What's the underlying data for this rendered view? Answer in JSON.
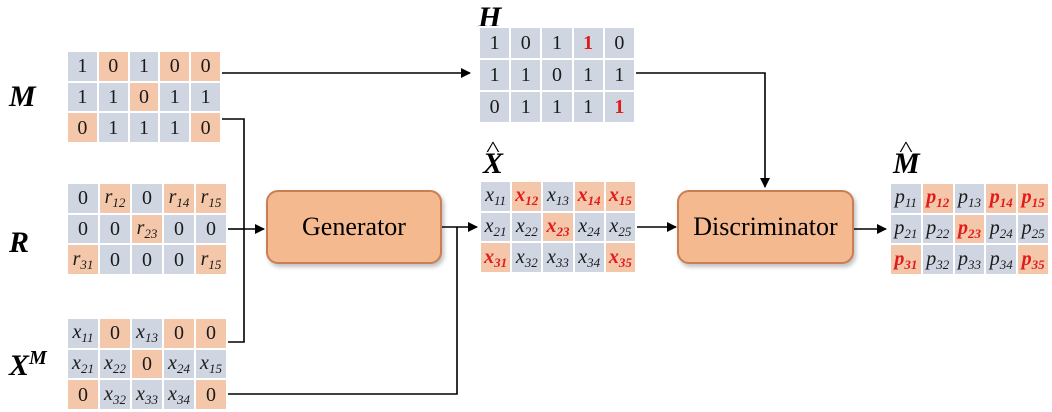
{
  "labels": {
    "M": "M",
    "R": "R",
    "XM_base": "X",
    "XM_sup": "M",
    "H": "H",
    "Xhat_base": "X",
    "Mhat_base": "M",
    "hat_glyph": "^"
  },
  "blocks": {
    "generator": "Generator",
    "discriminator": "Discriminator"
  },
  "matrices": {
    "M": [
      [
        {
          "t": "1",
          "c": "g"
        },
        {
          "t": "0",
          "c": "o"
        },
        {
          "t": "1",
          "c": "g"
        },
        {
          "t": "0",
          "c": "o"
        },
        {
          "t": "0",
          "c": "o"
        }
      ],
      [
        {
          "t": "1",
          "c": "g"
        },
        {
          "t": "1",
          "c": "g"
        },
        {
          "t": "0",
          "c": "o"
        },
        {
          "t": "1",
          "c": "g"
        },
        {
          "t": "1",
          "c": "g"
        }
      ],
      [
        {
          "t": "0",
          "c": "o"
        },
        {
          "t": "1",
          "c": "g"
        },
        {
          "t": "1",
          "c": "g"
        },
        {
          "t": "1",
          "c": "g"
        },
        {
          "t": "0",
          "c": "o"
        }
      ]
    ],
    "R": [
      [
        {
          "t": "0",
          "c": "g"
        },
        {
          "b": "r",
          "s": "12",
          "c": "o"
        },
        {
          "t": "0",
          "c": "g"
        },
        {
          "b": "r",
          "s": "14",
          "c": "o"
        },
        {
          "b": "r",
          "s": "15",
          "c": "o"
        }
      ],
      [
        {
          "t": "0",
          "c": "g"
        },
        {
          "t": "0",
          "c": "g"
        },
        {
          "b": "r",
          "s": "23",
          "c": "o"
        },
        {
          "t": "0",
          "c": "g"
        },
        {
          "t": "0",
          "c": "g"
        }
      ],
      [
        {
          "b": "r",
          "s": "31",
          "c": "o"
        },
        {
          "t": "0",
          "c": "g"
        },
        {
          "t": "0",
          "c": "g"
        },
        {
          "t": "0",
          "c": "g"
        },
        {
          "b": "r",
          "s": "15",
          "c": "o"
        }
      ]
    ],
    "XM": [
      [
        {
          "b": "x",
          "s": "11",
          "c": "g"
        },
        {
          "t": "0",
          "c": "o"
        },
        {
          "b": "x",
          "s": "13",
          "c": "g"
        },
        {
          "t": "0",
          "c": "o"
        },
        {
          "t": "0",
          "c": "o"
        }
      ],
      [
        {
          "b": "x",
          "s": "21",
          "c": "g"
        },
        {
          "b": "x",
          "s": "22",
          "c": "g"
        },
        {
          "t": "0",
          "c": "o"
        },
        {
          "b": "x",
          "s": "24",
          "c": "g"
        },
        {
          "b": "x",
          "s": "15",
          "c": "g"
        }
      ],
      [
        {
          "t": "0",
          "c": "o"
        },
        {
          "b": "x",
          "s": "32",
          "c": "g"
        },
        {
          "b": "x",
          "s": "33",
          "c": "g"
        },
        {
          "b": "x",
          "s": "34",
          "c": "g"
        },
        {
          "t": "0",
          "c": "o"
        }
      ]
    ],
    "H": [
      [
        {
          "t": "1",
          "c": "g"
        },
        {
          "t": "0",
          "c": "g"
        },
        {
          "t": "1",
          "c": "g"
        },
        {
          "t": "1",
          "c": "g",
          "red": true
        },
        {
          "t": "0",
          "c": "g"
        }
      ],
      [
        {
          "t": "1",
          "c": "g"
        },
        {
          "t": "1",
          "c": "g"
        },
        {
          "t": "0",
          "c": "g"
        },
        {
          "t": "1",
          "c": "g"
        },
        {
          "t": "1",
          "c": "g"
        }
      ],
      [
        {
          "t": "0",
          "c": "g"
        },
        {
          "t": "1",
          "c": "g"
        },
        {
          "t": "1",
          "c": "g"
        },
        {
          "t": "1",
          "c": "g"
        },
        {
          "t": "1",
          "c": "g",
          "red": true
        }
      ]
    ],
    "Xhat": [
      [
        {
          "b": "x",
          "s": "11",
          "c": "g"
        },
        {
          "b": "x",
          "s": "12",
          "c": "o",
          "red": true
        },
        {
          "b": "x",
          "s": "13",
          "c": "g"
        },
        {
          "b": "x",
          "s": "14",
          "c": "o",
          "red": true
        },
        {
          "b": "x",
          "s": "15",
          "c": "o",
          "red": true
        }
      ],
      [
        {
          "b": "x",
          "s": "21",
          "c": "g"
        },
        {
          "b": "x",
          "s": "22",
          "c": "g"
        },
        {
          "b": "x",
          "s": "23",
          "c": "o",
          "red": true
        },
        {
          "b": "x",
          "s": "24",
          "c": "g"
        },
        {
          "b": "x",
          "s": "25",
          "c": "g"
        }
      ],
      [
        {
          "b": "x",
          "s": "31",
          "c": "o",
          "red": true
        },
        {
          "b": "x",
          "s": "32",
          "c": "g"
        },
        {
          "b": "x",
          "s": "33",
          "c": "g"
        },
        {
          "b": "x",
          "s": "34",
          "c": "g"
        },
        {
          "b": "x",
          "s": "35",
          "c": "o",
          "red": true
        }
      ]
    ],
    "Mhat": [
      [
        {
          "b": "p",
          "s": "11",
          "c": "g"
        },
        {
          "b": "p",
          "s": "12",
          "c": "o",
          "red": true
        },
        {
          "b": "p",
          "s": "13",
          "c": "g"
        },
        {
          "b": "p",
          "s": "14",
          "c": "o",
          "red": true
        },
        {
          "b": "p",
          "s": "15",
          "c": "o",
          "red": true
        }
      ],
      [
        {
          "b": "p",
          "s": "21",
          "c": "g"
        },
        {
          "b": "p",
          "s": "22",
          "c": "g"
        },
        {
          "b": "p",
          "s": "23",
          "c": "o",
          "red": true
        },
        {
          "b": "p",
          "s": "24",
          "c": "g"
        },
        {
          "b": "p",
          "s": "25",
          "c": "g"
        }
      ],
      [
        {
          "b": "p",
          "s": "31",
          "c": "o",
          "red": true
        },
        {
          "b": "p",
          "s": "32",
          "c": "g"
        },
        {
          "b": "p",
          "s": "33",
          "c": "g"
        },
        {
          "b": "p",
          "s": "34",
          "c": "g"
        },
        {
          "b": "p",
          "s": "35",
          "c": "o",
          "red": true
        }
      ]
    ]
  },
  "colors": {
    "gray_cell": "#cfd6e2",
    "orange_cell": "#f4c7ab",
    "highlight_text": "#e11b1b",
    "block_fill": "#f5b98f",
    "matrix_border": "#3d5f96"
  }
}
